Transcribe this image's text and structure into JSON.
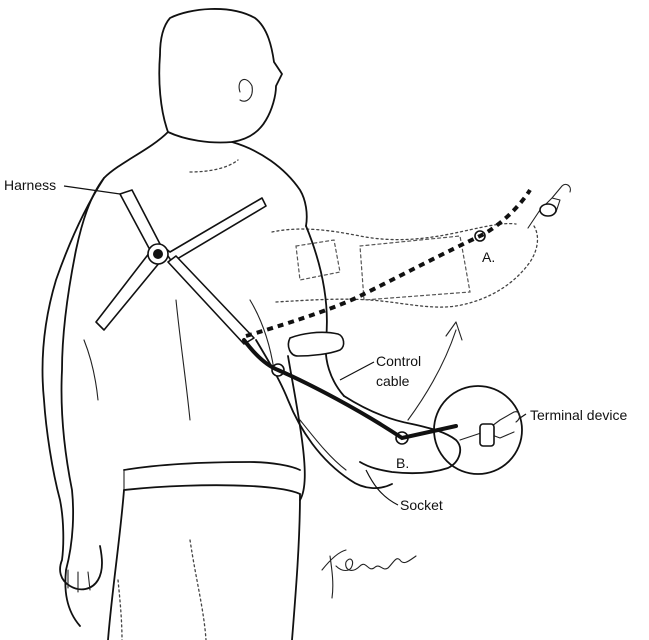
{
  "labels": {
    "harness": "Harness",
    "control_cable": "Control\ncable",
    "terminal_device": "Terminal device",
    "socket": "Socket",
    "position_a": "A.",
    "position_b": "B."
  },
  "signature": "Krulwich",
  "colors": {
    "ink": "#111111",
    "background": "#ffffff"
  }
}
